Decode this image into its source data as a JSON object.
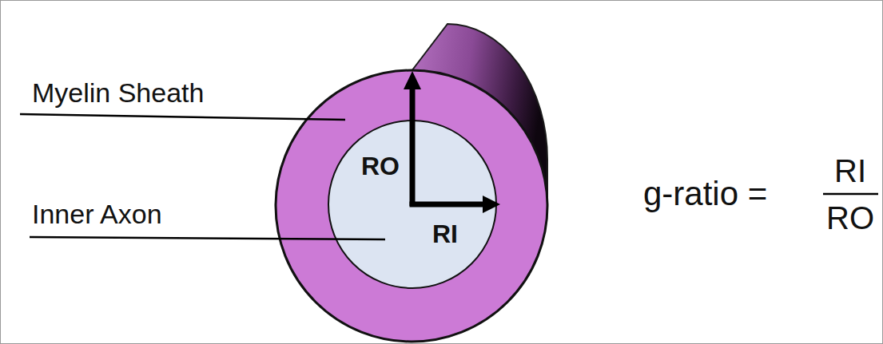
{
  "diagram": {
    "labels": [
      "Myelin Sheath",
      "Inner Axon",
      "RO",
      "RI",
      "g-ratio =",
      "RI",
      "RO"
    ]
  }
}
